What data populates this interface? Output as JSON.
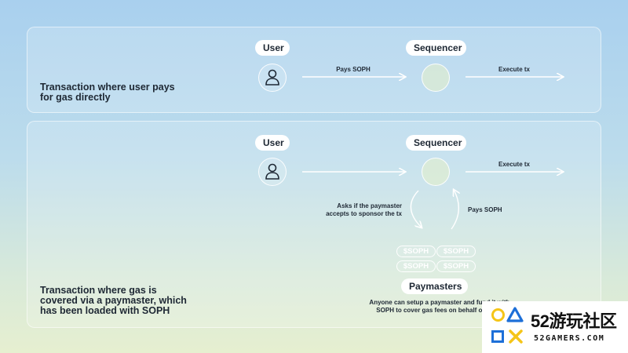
{
  "panel1": {
    "description": "Transaction where user pays\nfor gas directly",
    "user_label": "User",
    "sequencer_label": "Sequencer",
    "arrow1_label": "Pays SOPH",
    "arrow2_label": "Execute tx"
  },
  "panel2": {
    "description": "Transaction where gas is\ncovered via a paymaster, which\nhas been loaded with SOPH",
    "user_label": "User",
    "sequencer_label": "Sequencer",
    "arrow2_label": "Execute tx",
    "ask_label": "Asks if the paymaster\naccepts to sponsor the tx",
    "pays_label": "Pays SOPH",
    "tokens": [
      "$SOPH",
      "$SOPH",
      "$SOPH",
      "$SOPH"
    ],
    "paymasters_label": "Paymasters",
    "footnote": "Anyone can setup a paymaster and fund it with\nSOPH to cover gas fees on behalf of users"
  },
  "watermark": {
    "text_cn": "52游玩社区",
    "text_en": "52GAMERS.COM"
  },
  "colors": {
    "background_top": "#a9d0ee",
    "background_bottom": "#e6efd0",
    "watermark_yellow": "#f5c518",
    "watermark_blue": "#1d6fd8"
  }
}
